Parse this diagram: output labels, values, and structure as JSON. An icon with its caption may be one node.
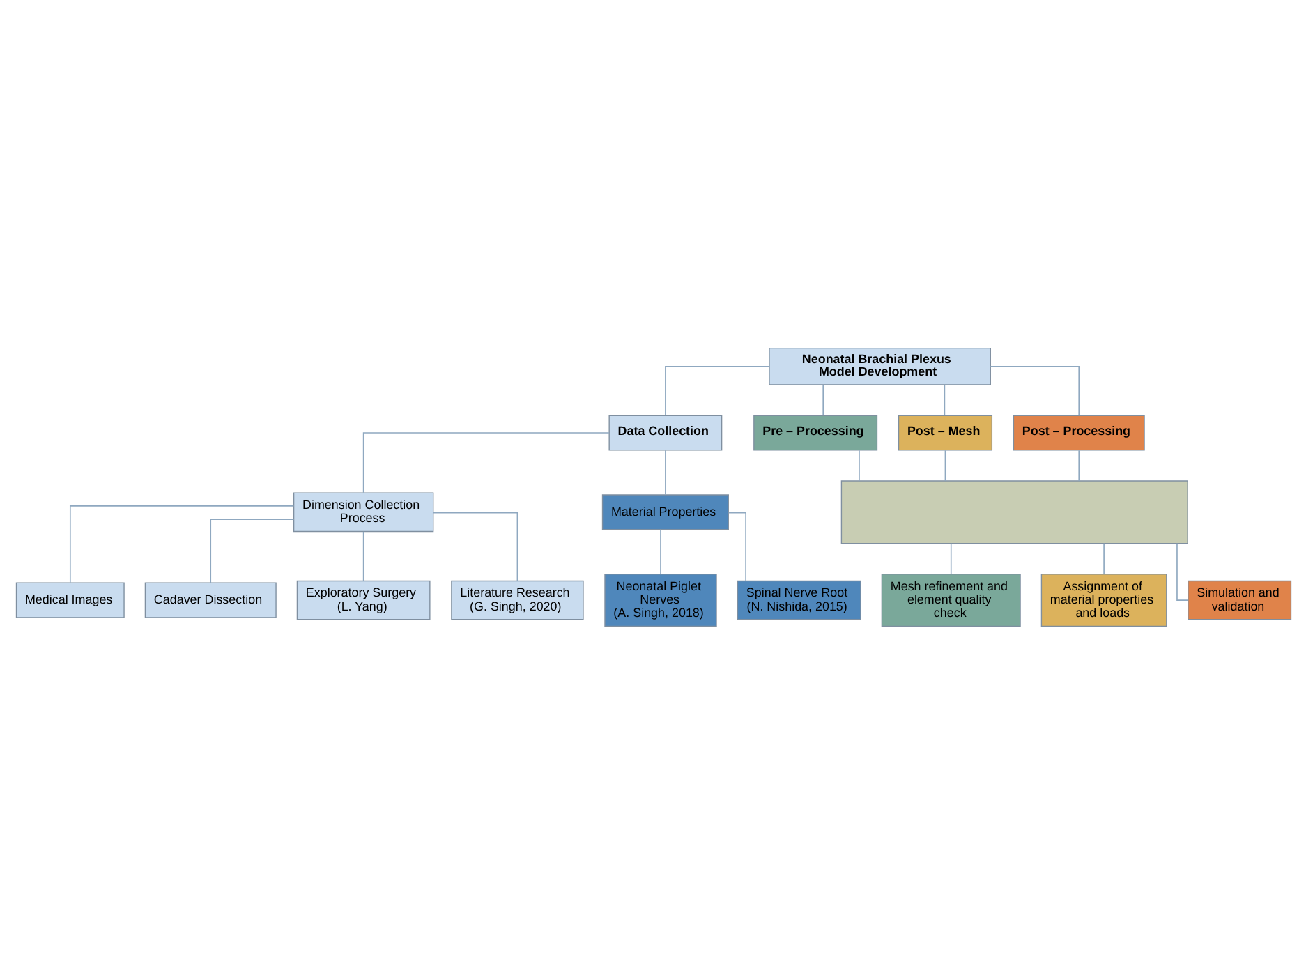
{
  "diagram": {
    "nodes": [
      {
        "text": [
          "Neonatal Brachial Plexus Model Development"
        ]
      },
      {
        "text": [
          "Data Collection"
        ]
      },
      {
        "text": [
          "Pre – Processing"
        ]
      },
      {
        "text": [
          "Post – Mesh"
        ]
      },
      {
        "text": [
          "Post – Processing"
        ]
      },
      {
        "text": [
          "Dimension Collection Process"
        ]
      },
      {
        "text": [
          "Material Properties"
        ]
      },
      {
        "text": [],
        "shape": "box"
      },
      {
        "text": [
          "Medical Images"
        ]
      },
      {
        "text": [
          "Cadaver Dissection"
        ]
      },
      {
        "text": [
          "Exploratory Surgery (L. Yang)"
        ]
      },
      {
        "text": [
          "Literature Research (G. Singh, 2020)"
        ]
      },
      {
        "text": [
          "Neonatal Piglet Nerves",
          "(A. Singh, 2018)"
        ]
      },
      {
        "text": [
          "Spinal Nerve Root",
          "(N. Nishida, 2015)"
        ]
      },
      {
        "text": [
          "Mesh refinement and element quality check"
        ]
      },
      {
        "text": [
          "Assignment of material properties and loads"
        ]
      },
      {
        "text": [
          "Simulation and validation"
        ]
      }
    ],
    "edges": [
      {
        "from": 0,
        "to": 1,
        "arrow": "none"
      },
      {
        "from": 0,
        "to": 2,
        "arrow": "none"
      },
      {
        "from": 0,
        "to": 3,
        "arrow": "none"
      },
      {
        "from": 0,
        "to": 4,
        "arrow": "none"
      },
      {
        "from": 1,
        "to": 5,
        "arrow": "none"
      },
      {
        "from": 1,
        "to": 6,
        "arrow": "none"
      },
      {
        "from": 2,
        "to": 7,
        "arrow": "none"
      },
      {
        "from": 3,
        "to": 7,
        "arrow": "none"
      },
      {
        "from": 4,
        "to": 7,
        "arrow": "none"
      },
      {
        "from": 5,
        "to": 8,
        "arrow": "none"
      },
      {
        "from": 5,
        "to": 9,
        "arrow": "none"
      },
      {
        "from": 5,
        "to": 10,
        "arrow": "none"
      },
      {
        "from": 5,
        "to": 11,
        "arrow": "none"
      },
      {
        "from": 6,
        "to": 12,
        "arrow": "none"
      },
      {
        "from": 6,
        "to": 13,
        "arrow": "none"
      },
      {
        "from": 7,
        "to": 14,
        "arrow": "none"
      },
      {
        "from": 7,
        "to": 15,
        "arrow": "none"
      },
      {
        "from": 7,
        "to": 16,
        "arrow": "none"
      }
    ]
  }
}
